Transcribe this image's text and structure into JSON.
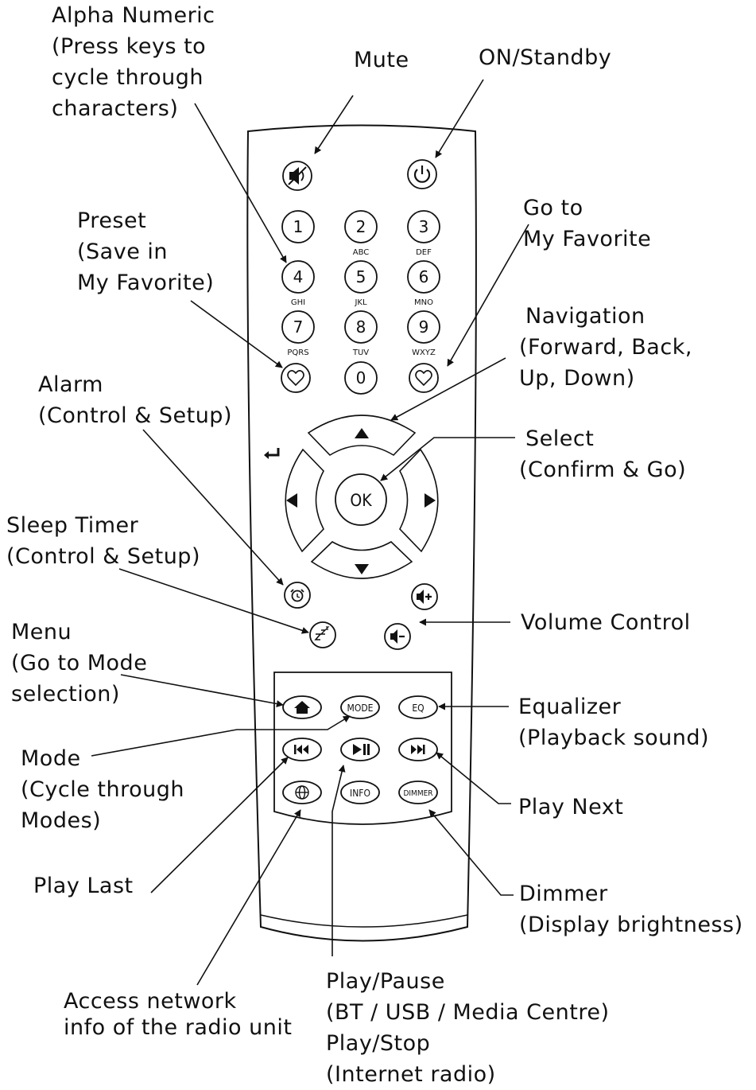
{
  "labels": {
    "alpha_numeric": [
      "Alpha Numeric",
      "(Press keys to",
      "cycle through",
      "characters)"
    ],
    "mute": "Mute",
    "on_standby": "ON/Standby",
    "preset": [
      "Preset",
      "(Save in",
      "My Favorite)"
    ],
    "go_to_favorite": [
      "Go to",
      "My Favorite"
    ],
    "navigation": [
      "Navigation",
      "(Forward, Back,",
      "Up, Down)"
    ],
    "alarm": [
      "Alarm",
      "(Control & Setup)"
    ],
    "select": [
      "Select",
      "(Confirm & Go)"
    ],
    "sleep_timer": [
      "Sleep Timer",
      "(Control & Setup)"
    ],
    "volume_control": "Volume Control",
    "menu": [
      "Menu",
      "(Go to Mode",
      "selection)"
    ],
    "equalizer": [
      "Equalizer",
      "(Playback sound)"
    ],
    "mode": [
      "Mode",
      "(Cycle through",
      "Modes)"
    ],
    "play_next": "Play Next",
    "play_last": "Play Last",
    "dimmer": [
      "Dimmer",
      "(Display brightness)"
    ],
    "access_network": [
      "Access network",
      "info of the radio unit"
    ],
    "play_pause": [
      "Play/Pause",
      "(BT / USB / Media Centre)",
      "Play/Stop",
      "(Internet radio)"
    ]
  },
  "keypad": [
    {
      "digit": "1",
      "letters": ""
    },
    {
      "digit": "2",
      "letters": "ABC"
    },
    {
      "digit": "3",
      "letters": "DEF"
    },
    {
      "digit": "4",
      "letters": "GHI"
    },
    {
      "digit": "5",
      "letters": "JKL"
    },
    {
      "digit": "6",
      "letters": "MNO"
    },
    {
      "digit": "7",
      "letters": "PQRS"
    },
    {
      "digit": "8",
      "letters": "TUV"
    },
    {
      "digit": "9",
      "letters": "WXYZ"
    },
    {
      "digit": "0",
      "letters": ""
    }
  ],
  "buttons": {
    "ok": "OK",
    "mode": "MODE",
    "eq": "EQ",
    "info": "INFO",
    "dimmer": "DIMMER"
  },
  "icons": [
    "mute-icon",
    "power-icon",
    "heart-icon",
    "back-arrow-icon",
    "up-arrow-icon",
    "down-arrow-icon",
    "left-arrow-icon",
    "right-arrow-icon",
    "alarm-icon",
    "sleep-icon",
    "volume-up-icon",
    "volume-down-icon",
    "home-icon",
    "previous-icon",
    "play-pause-icon",
    "next-icon",
    "globe-icon"
  ],
  "colors": {
    "ink": "#111111",
    "background": "#ffffff"
  }
}
